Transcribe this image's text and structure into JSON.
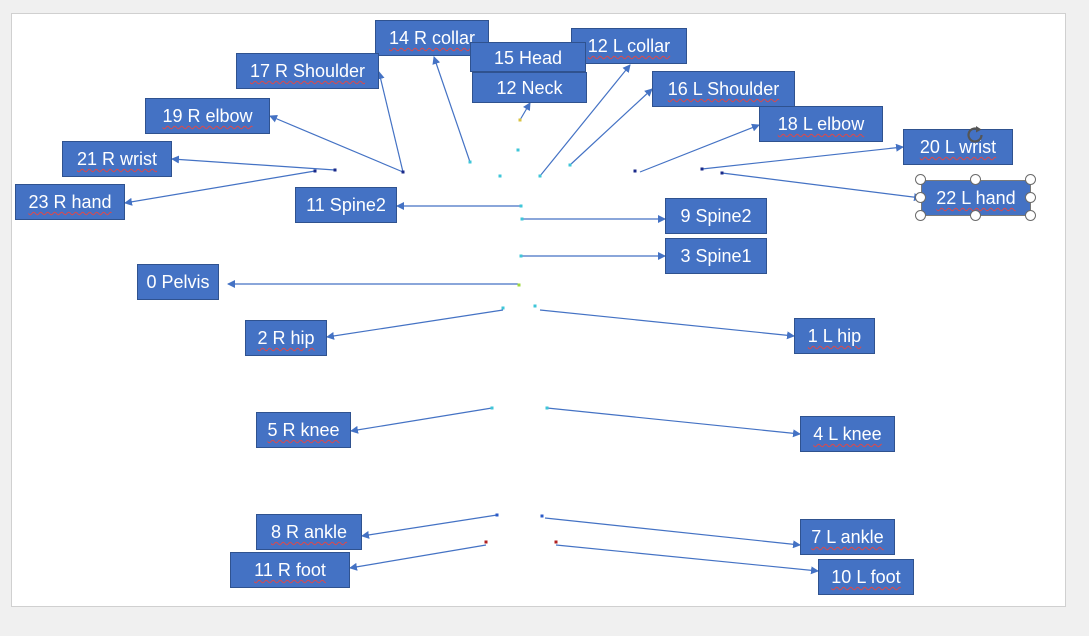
{
  "labels": {
    "collar_r": "14 R collar",
    "head": "15 Head",
    "collar_l": "12 L collar",
    "shoulder_r": "17 R Shoulder",
    "neck": "12 Neck",
    "shoulder_l": "16 L Shoulder",
    "elbow_r": "19 R elbow",
    "elbow_l": "18 L elbow",
    "wrist_r": "21 R wrist",
    "wrist_l": "20 L wrist",
    "hand_r": "23 R hand",
    "hand_l": "22 L hand",
    "spine2_r": "11 Spine2",
    "spine2_l": "9 Spine2",
    "spine1": "3 Spine1",
    "pelvis": "0 Pelvis",
    "hip_r": "2 R hip",
    "hip_l": "1 L hip",
    "knee_r": "5 R knee",
    "knee_l": "4 L knee",
    "ankle_r": "8 R ankle",
    "ankle_l": "7 L ankle",
    "foot_r": "11 R foot",
    "foot_l": "10 L foot"
  },
  "colors": {
    "label_fill": "#4472c4",
    "label_border": "#2f528f",
    "arrow": "#4472c4",
    "spellcheck": "#e04848",
    "canvas_bg": "#f0f0f0",
    "slide_bg": "#ffffff"
  },
  "icons": {
    "rotate": "rotate-handle-icon",
    "resize": "resize-handle-icon"
  },
  "selected_label": "hand_l"
}
